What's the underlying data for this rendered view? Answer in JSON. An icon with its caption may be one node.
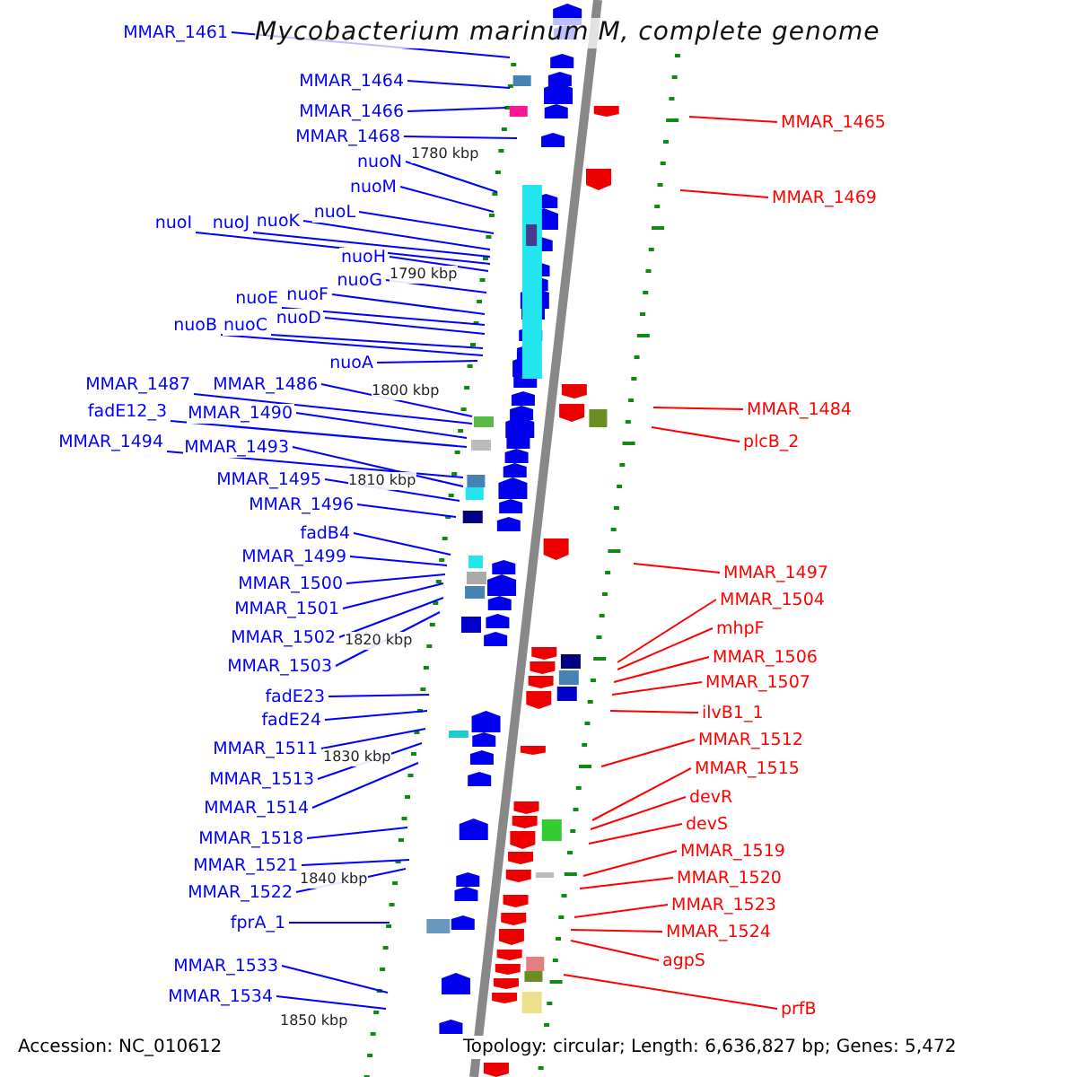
{
  "diagram": {
    "title": "Mycobacterium marinum M, complete genome",
    "nodes": [
      {
        "text": [
          "MMAR_1461"
        ]
      },
      {
        "text": [
          "MMAR_1464"
        ]
      },
      {
        "text": [
          "MMAR_1466"
        ]
      },
      {
        "text": [
          "MMAR_1468"
        ]
      },
      {
        "text": [
          "nuoN"
        ]
      },
      {
        "text": [
          "nuoM"
        ]
      },
      {
        "text": [
          "nuoL"
        ]
      },
      {
        "text": [
          "nuoI"
        ]
      },
      {
        "text": [
          "nuoJ"
        ]
      },
      {
        "text": [
          "nuoK"
        ]
      },
      {
        "text": [
          "nuoH"
        ]
      },
      {
        "text": [
          "nuoG"
        ]
      },
      {
        "text": [
          "nuoF"
        ]
      },
      {
        "text": [
          "nuoE"
        ]
      },
      {
        "text": [
          "nuoD"
        ]
      },
      {
        "text": [
          "nuoC"
        ]
      },
      {
        "text": [
          "nuoB"
        ]
      },
      {
        "text": [
          "nuoA"
        ]
      },
      {
        "text": [
          "MMAR_1487"
        ]
      },
      {
        "text": [
          "MMAR_1486"
        ]
      },
      {
        "text": [
          "fadE12_3"
        ]
      },
      {
        "text": [
          "MMAR_1490"
        ]
      },
      {
        "text": [
          "MMAR_1494"
        ]
      },
      {
        "text": [
          "MMAR_1493"
        ]
      },
      {
        "text": [
          "MMAR_1495"
        ]
      },
      {
        "text": [
          "MMAR_1496"
        ]
      },
      {
        "text": [
          "fadB4"
        ]
      },
      {
        "text": [
          "MMAR_1499"
        ]
      },
      {
        "text": [
          "MMAR_1500"
        ]
      },
      {
        "text": [
          "MMAR_1501"
        ]
      },
      {
        "text": [
          "MMAR_1502"
        ]
      },
      {
        "text": [
          "MMAR_1503"
        ]
      },
      {
        "text": [
          "fadE23"
        ]
      },
      {
        "text": [
          "fadE24"
        ]
      },
      {
        "text": [
          "MMAR_1511"
        ]
      },
      {
        "text": [
          "MMAR_1513"
        ]
      },
      {
        "text": [
          "MMAR_1514"
        ]
      },
      {
        "text": [
          "MMAR_1518"
        ]
      },
      {
        "text": [
          "MMAR_1521"
        ]
      },
      {
        "text": [
          "MMAR_1522"
        ]
      },
      {
        "text": [
          "fprA_1"
        ]
      },
      {
        "text": [
          "MMAR_1533"
        ]
      },
      {
        "text": [
          "MMAR_1534"
        ]
      },
      {
        "text": [
          "MMAR_1465"
        ]
      },
      {
        "text": [
          "MMAR_1469"
        ]
      },
      {
        "text": [
          "MMAR_1484"
        ]
      },
      {
        "text": [
          "plcB_2"
        ]
      },
      {
        "text": [
          "MMAR_1497"
        ]
      },
      {
        "text": [
          "MMAR_1504"
        ]
      },
      {
        "text": [
          "mhpF"
        ]
      },
      {
        "text": [
          "MMAR_1506"
        ]
      },
      {
        "text": [
          "MMAR_1507"
        ]
      },
      {
        "text": [
          "ilvB1_1"
        ]
      },
      {
        "text": [
          "MMAR_1512"
        ]
      },
      {
        "text": [
          "MMAR_1515"
        ]
      },
      {
        "text": [
          "devR"
        ]
      },
      {
        "text": [
          "devS"
        ]
      },
      {
        "text": [
          "MMAR_1519"
        ]
      },
      {
        "text": [
          "MMAR_1520"
        ]
      },
      {
        "text": [
          "MMAR_1523"
        ]
      },
      {
        "text": [
          "MMAR_1524"
        ]
      },
      {
        "text": [
          "agpS"
        ]
      },
      {
        "text": [
          "prfB"
        ]
      }
    ],
    "edges": [
      {
        "from": 0,
        "to": null,
        "arrow": "none"
      },
      {
        "from": 1,
        "to": null,
        "arrow": "none"
      },
      {
        "from": 2,
        "to": null,
        "arrow": "none"
      },
      {
        "from": 3,
        "to": null,
        "arrow": "none"
      },
      {
        "from": 4,
        "to": null,
        "arrow": "none"
      },
      {
        "from": 5,
        "to": null,
        "arrow": "none"
      },
      {
        "from": 6,
        "to": null,
        "arrow": "none"
      },
      {
        "from": 7,
        "to": null,
        "arrow": "none"
      },
      {
        "from": 8,
        "to": null,
        "arrow": "none"
      },
      {
        "from": 9,
        "to": null,
        "arrow": "none"
      },
      {
        "from": 10,
        "to": null,
        "arrow": "none"
      },
      {
        "from": 11,
        "to": null,
        "arrow": "none"
      },
      {
        "from": 12,
        "to": null,
        "arrow": "none"
      },
      {
        "from": 13,
        "to": null,
        "arrow": "none"
      },
      {
        "from": 14,
        "to": null,
        "arrow": "none"
      },
      {
        "from": 15,
        "to": null,
        "arrow": "none"
      },
      {
        "from": 16,
        "to": null,
        "arrow": "none"
      },
      {
        "from": 17,
        "to": null,
        "arrow": "none"
      },
      {
        "from": 18,
        "to": null,
        "arrow": "none"
      },
      {
        "from": 19,
        "to": null,
        "arrow": "none"
      },
      {
        "from": 20,
        "to": null,
        "arrow": "none"
      },
      {
        "from": 21,
        "to": null,
        "arrow": "none"
      },
      {
        "from": 22,
        "to": null,
        "arrow": "none"
      },
      {
        "from": 23,
        "to": null,
        "arrow": "none"
      },
      {
        "from": 24,
        "to": null,
        "arrow": "none"
      },
      {
        "from": 25,
        "to": null,
        "arrow": "none"
      },
      {
        "from": 26,
        "to": null,
        "arrow": "none"
      },
      {
        "from": 27,
        "to": null,
        "arrow": "none"
      },
      {
        "from": 28,
        "to": null,
        "arrow": "none"
      },
      {
        "from": 29,
        "to": null,
        "arrow": "none"
      },
      {
        "from": 30,
        "to": null,
        "arrow": "none"
      },
      {
        "from": 31,
        "to": null,
        "arrow": "none"
      },
      {
        "from": 32,
        "to": null,
        "arrow": "none"
      },
      {
        "from": 33,
        "to": null,
        "arrow": "none"
      },
      {
        "from": 34,
        "to": null,
        "arrow": "none"
      },
      {
        "from": 35,
        "to": null,
        "arrow": "none"
      },
      {
        "from": 36,
        "to": null,
        "arrow": "none"
      },
      {
        "from": 37,
        "to": null,
        "arrow": "none"
      },
      {
        "from": 38,
        "to": null,
        "arrow": "none"
      },
      {
        "from": 39,
        "to": null,
        "arrow": "none"
      },
      {
        "from": 40,
        "to": null,
        "arrow": "none"
      },
      {
        "from": 41,
        "to": null,
        "arrow": "none"
      },
      {
        "from": 42,
        "to": null,
        "arrow": "none"
      },
      {
        "from": 43,
        "to": null,
        "arrow": "none",
        "color": "#ff0000"
      },
      {
        "from": 44,
        "to": null,
        "arrow": "none",
        "color": "#ff0000"
      },
      {
        "from": 45,
        "to": null,
        "arrow": "none",
        "color": "#ff0000"
      },
      {
        "from": 46,
        "to": null,
        "arrow": "none",
        "color": "#ff0000"
      },
      {
        "from": 47,
        "to": null,
        "arrow": "none",
        "color": "#ff0000"
      },
      {
        "from": 48,
        "to": null,
        "arrow": "none",
        "color": "#ff0000"
      },
      {
        "from": 49,
        "to": null,
        "arrow": "none",
        "color": "#ff0000"
      },
      {
        "from": 50,
        "to": null,
        "arrow": "none",
        "color": "#ff0000"
      },
      {
        "from": 51,
        "to": null,
        "arrow": "none",
        "color": "#ff0000"
      },
      {
        "from": 52,
        "to": null,
        "arrow": "none",
        "color": "#ff0000"
      },
      {
        "from": 53,
        "to": null,
        "arrow": "none",
        "color": "#ff0000"
      },
      {
        "from": 54,
        "to": null,
        "arrow": "none",
        "color": "#ff0000"
      },
      {
        "from": 55,
        "to": null,
        "arrow": "none",
        "color": "#ff0000"
      },
      {
        "from": 56,
        "to": null,
        "arrow": "none",
        "color": "#ff0000"
      },
      {
        "from": 57,
        "to": null,
        "arrow": "none",
        "color": "#ff0000"
      },
      {
        "from": 58,
        "to": null,
        "arrow": "none",
        "color": "#ff0000"
      },
      {
        "from": 59,
        "to": null,
        "arrow": "none",
        "color": "#ff0000"
      },
      {
        "from": 60,
        "to": null,
        "arrow": "none",
        "color": "#ff0000"
      },
      {
        "from": 61,
        "to": null,
        "arrow": "none",
        "color": "#ff0000"
      },
      {
        "from": 62,
        "to": null,
        "arrow": "none",
        "color": "#ff0000"
      }
    ],
    "labels": [
      "1780 kbp",
      "1790 kbp",
      "1800 kbp",
      "1810 kbp",
      "1820 kbp",
      "1830 kbp",
      "1840 kbp",
      "1850 kbp",
      "Accession: NC_010612",
      "Topology: circular; Length: 6,636,827 bp; Genes: 5,472"
    ]
  }
}
